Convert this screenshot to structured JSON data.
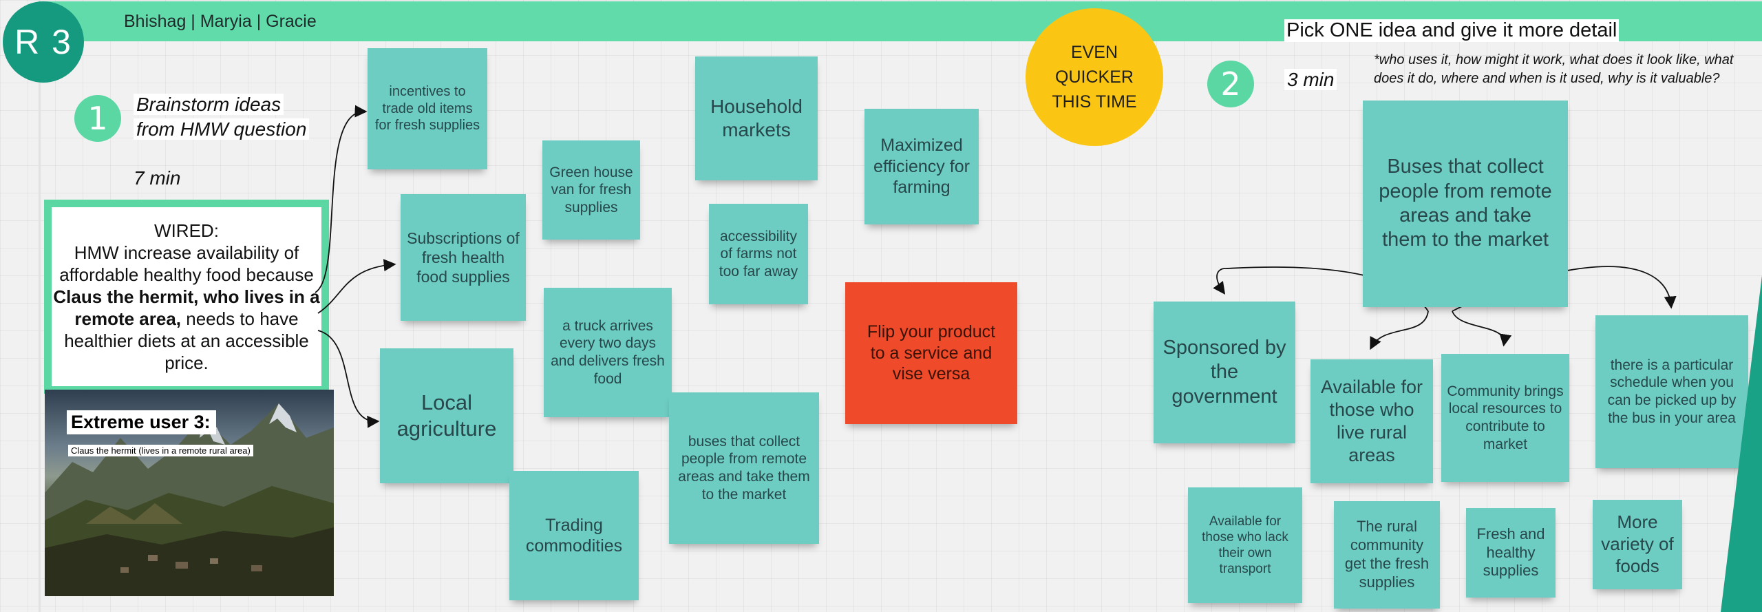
{
  "header": {
    "team_names": "Bhishag | Maryia | Gracie",
    "room_badge": "R 3"
  },
  "step1": {
    "number": "1",
    "title_line1": "Brainstorm ideas",
    "title_line2": "from HMW question",
    "time": "7 min"
  },
  "hmw_card": {
    "line1": "WIRED:",
    "text_a": "HMW increase availability of affordable healthy food because ",
    "bold": "Claus the hermit, who lives in a remote area,",
    "text_b": " needs to have healthier diets at an accessible price."
  },
  "extreme_user": {
    "title": "Extreme user 3:",
    "caption": "Claus the hermit (lives in a remote rural area)"
  },
  "brainstorm_notes": [
    "incentives to trade old items for fresh supplies",
    "Subscriptions of fresh health food supplies",
    "Local agriculture",
    "Green house van for fresh supplies",
    "a truck arrives every two days and delivers fresh food",
    "Trading commodities",
    "Household markets",
    "accessibility of farms not too far away",
    "buses that collect people from remote areas and take them to the market",
    "Maximized efficiency for farming"
  ],
  "prompt_card": "Flip your product to a service and vise versa",
  "speed_badge": {
    "line1": "EVEN",
    "line2": "QUICKER",
    "line3": "THIS TIME"
  },
  "step2": {
    "number": "2",
    "title": "Pick ONE idea and give it more detail",
    "time": "3 min",
    "questions": "*who uses it, how might it work, what does it look like, what does it do, where and when is it used, why is it valuable?"
  },
  "chosen_idea": "Buses that collect people from remote areas and take them to the market",
  "detail_notes": [
    "Sponsored by the government",
    "Available for those who live rural areas",
    "Community brings local resources to contribute to market",
    "there is a particular schedule when you can be picked up by the bus in your area",
    "Available for those who lack their own transport",
    "The rural community get the fresh supplies",
    "Fresh and healthy supplies",
    "More variety of foods"
  ],
  "colors": {
    "board_background": "#f1f1f1",
    "header_bar": "#62dbab",
    "sticky_teal": "#6ecdc3",
    "sticky_red": "#ef4a2a",
    "badge_yellow": "#fbc613",
    "badge_dark_green": "#159a7f",
    "step_green": "#5bd7a4"
  }
}
